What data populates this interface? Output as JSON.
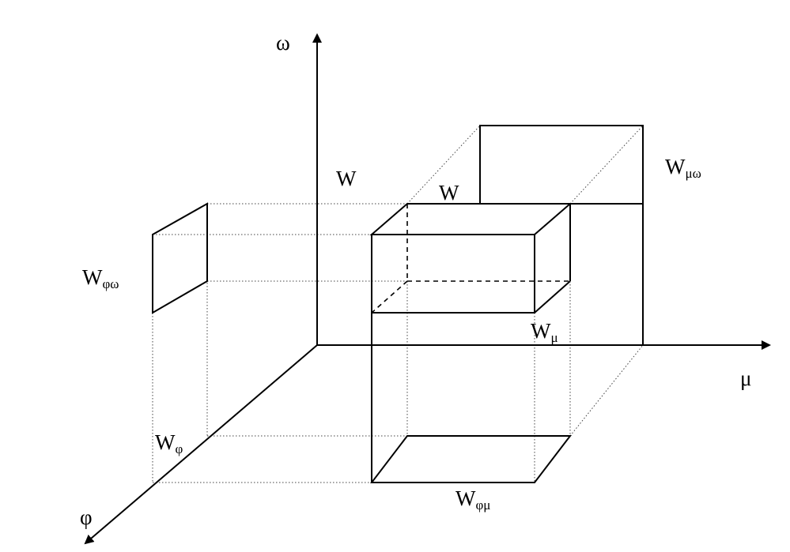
{
  "labels": {
    "axis_omega": "ω",
    "axis_mu": "μ",
    "axis_phi": "φ",
    "w_top": "W",
    "w_cube": "W",
    "w_mu_omega": "W",
    "w_mu_omega_sub": "μω",
    "w_phi_omega": "W",
    "w_phi_omega_sub": "φω",
    "w_mu": "W",
    "w_mu_sub": "μ",
    "w_phi": "W",
    "w_phi_sub": "φ",
    "w_phi_mu": "W",
    "w_phi_mu_sub": "φμ"
  }
}
